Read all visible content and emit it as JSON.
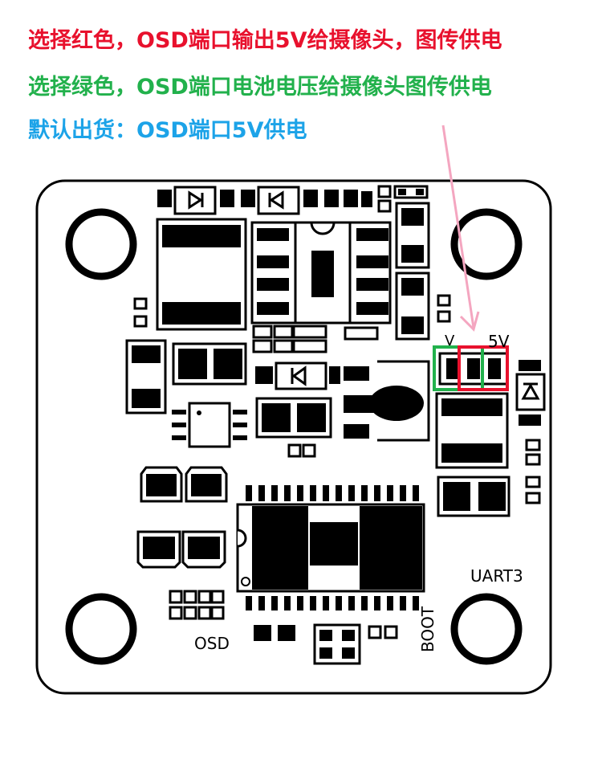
{
  "captions": {
    "line1": "选择红色，OSD端口输出5V给摄像头，图传供电",
    "line2": "选择绿色，OSD端口电池电压给摄像头图传供电",
    "line3": "默认出货：OSD端口5V供电"
  },
  "colors": {
    "red": "#e8112d",
    "green": "#22b14c",
    "blue": "#1ca3e8",
    "arrow": "#f4a6c0"
  },
  "board_labels": {
    "v": "V",
    "five_v": "5V",
    "uart3": "UART3",
    "osd": "OSD",
    "boot": "BOOT"
  }
}
